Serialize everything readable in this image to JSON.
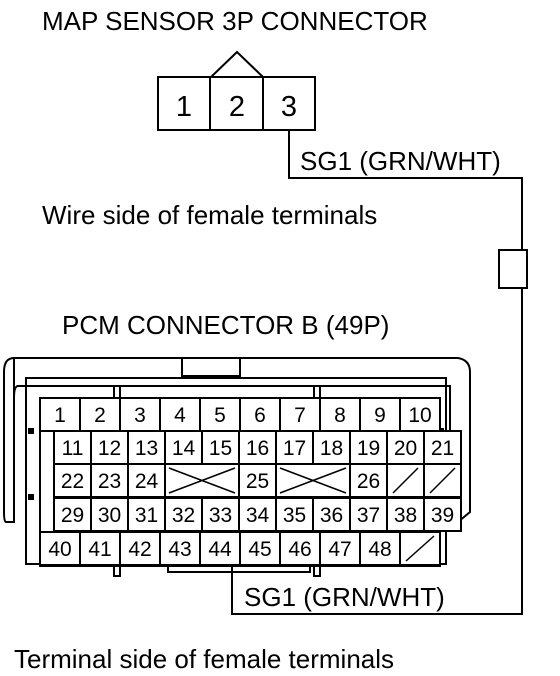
{
  "map_connector": {
    "title": "MAP SENSOR 3P CONNECTOR",
    "pins": [
      "1",
      "2",
      "3"
    ],
    "view": "Wire side of female terminals"
  },
  "wire": {
    "top_label": "SG1 (GRN/WHT)",
    "bottom_label": "SG1 (GRN/WHT)"
  },
  "pcm_connector": {
    "title": "PCM CONNECTOR B (49P)",
    "view": "Terminal side of female terminals",
    "rows": [
      [
        "1",
        "2",
        "3",
        "4",
        "5",
        "6",
        "7",
        "8",
        "9",
        "10"
      ],
      [
        "11",
        "12",
        "13",
        "14",
        "15",
        "16",
        "17",
        "18",
        "19",
        "20",
        "21"
      ],
      [
        "22",
        "23",
        "24",
        "X",
        "25",
        "X",
        "26",
        "/",
        "/"
      ],
      [
        "29",
        "30",
        "31",
        "32",
        "33",
        "34",
        "35",
        "36",
        "37",
        "38",
        "39"
      ],
      [
        "40",
        "41",
        "42",
        "43",
        "44",
        "45",
        "46",
        "47",
        "48",
        "/"
      ]
    ]
  }
}
